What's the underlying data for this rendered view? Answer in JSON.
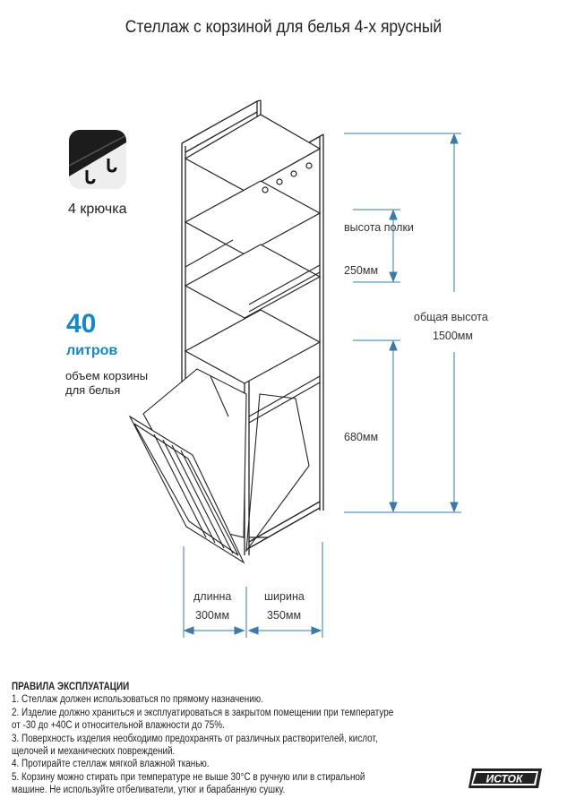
{
  "title": "Стеллаж с корзиной для белья 4-х ярусный",
  "hooks": {
    "label": "4 крючка"
  },
  "basket_volume": {
    "number": "40",
    "unit": "литров",
    "description": "объем корзины для белья"
  },
  "dimensions": {
    "shelf_height_label": "высота полки",
    "shelf_height_value": "250мм",
    "total_height_label": "общая высота",
    "total_height_value": "1500мм",
    "basket_height_value": "680мм",
    "length_label": "длинна",
    "length_value": "300мм",
    "width_label": "ширина",
    "width_value": "350мм"
  },
  "rules": {
    "heading": "ПРАВИЛА ЭКСПЛУАТАЦИИ",
    "items": [
      "1. Стеллаж должен использоваться по прямому назначению.",
      "2. Изделие должно храниться и эксплуатироваться в закрытом помещении при  температуре от -30 до +40С и относительной влажности до 75%.",
      "3. Поверхность изделия необходимо предохранять от различных растворителей, кислот, щелочей и механических повреждений.",
      "4. Протирайте стеллаж мягкой влажной тканью.",
      "5. Корзину можно стирать при температуре не выше 30°С в ручную или в стиральной машине. Не используйте отбеливатели, утюг и барабанную сушку."
    ]
  },
  "brand": {
    "logo_text": "ИСТОК"
  },
  "colors": {
    "accent": "#1a87c4",
    "dimension_lines": "#3a7aa8"
  }
}
